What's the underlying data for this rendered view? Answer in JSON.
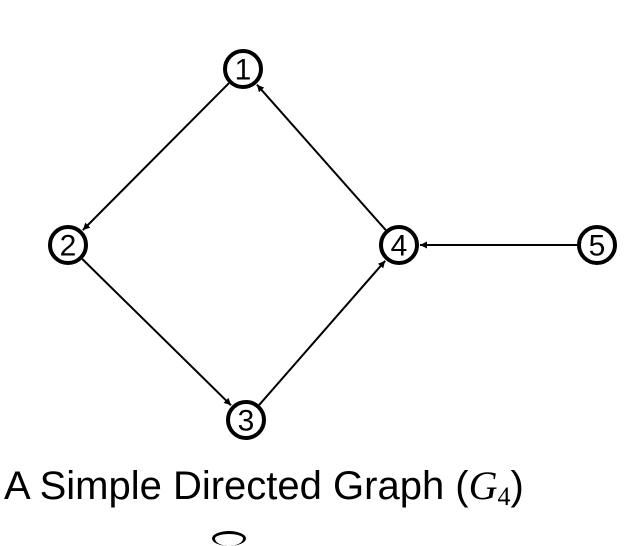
{
  "graph": {
    "nodes": [
      {
        "id": "1",
        "label": "1"
      },
      {
        "id": "2",
        "label": "2"
      },
      {
        "id": "3",
        "label": "3"
      },
      {
        "id": "4",
        "label": "4"
      },
      {
        "id": "5",
        "label": "5"
      }
    ],
    "edges": [
      {
        "from": "1",
        "to": "2"
      },
      {
        "from": "2",
        "to": "3"
      },
      {
        "from": "3",
        "to": "4"
      },
      {
        "from": "4",
        "to": "1"
      },
      {
        "from": "5",
        "to": "4"
      }
    ]
  },
  "caption": {
    "prefix": "A Simple Directed Graph (",
    "symbol": "G",
    "subscript": "4",
    "suffix": ")"
  },
  "colors": {
    "stroke": "#000000",
    "background": "#ffffff"
  }
}
